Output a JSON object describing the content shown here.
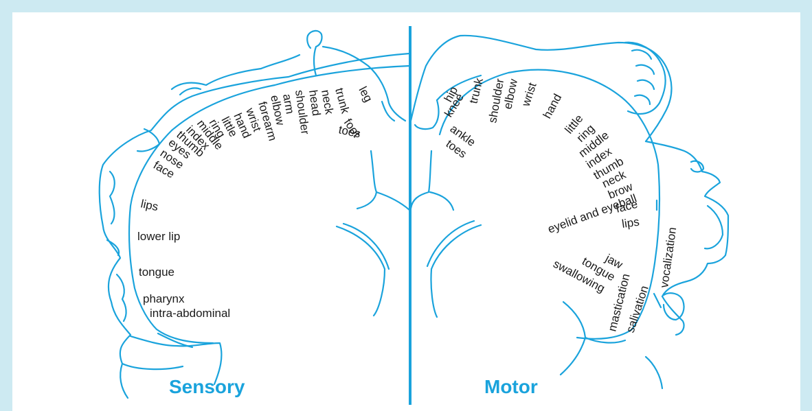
{
  "titles": {
    "sensory": "Sensory",
    "motor": "Motor"
  },
  "sensory_labels": {
    "leg": "leg",
    "trunk": "trunk",
    "neck": "neck",
    "head": "head",
    "foot": "foot",
    "toes": "toes",
    "shoulder": "shoulder",
    "arm": "arm",
    "elbow": "elbow",
    "forearm": "forearm",
    "wrist": "wrist",
    "hand": "hand",
    "little": "little",
    "ring": "ring",
    "middle": "middle",
    "index": "index",
    "thumb": "thumb",
    "eyes": "eyes",
    "nose": "nose",
    "face": "face",
    "lips": "lips",
    "lower_lip": "lower lip",
    "tongue": "tongue",
    "pharynx": "pharynx",
    "intra_abdominal": "intra-abdominal"
  },
  "motor_labels": {
    "hip": "hip",
    "knee": "knee",
    "trunk": "trunk",
    "shoulder": "shoulder",
    "elbow": "elbow",
    "wrist": "wrist",
    "hand": "hand",
    "ankle": "ankle",
    "toes": "toes",
    "little": "little",
    "ring": "ring",
    "middle": "middle",
    "index": "index",
    "thumb": "thumb",
    "neck": "neck",
    "brow": "brow",
    "eyelid_and_eyeball": "eyelid and eyeball",
    "face": "face",
    "lips": "lips",
    "vocalization": "vocalization",
    "jaw": "jaw",
    "tongue": "tongue",
    "swallowing": "swallowing",
    "mastication": "mastication",
    "salivation": "salivation"
  },
  "colors": {
    "accent": "#1aa3dc",
    "background": "#cdeaf2",
    "panel": "#ffffff",
    "text": "#1a1a1a"
  }
}
